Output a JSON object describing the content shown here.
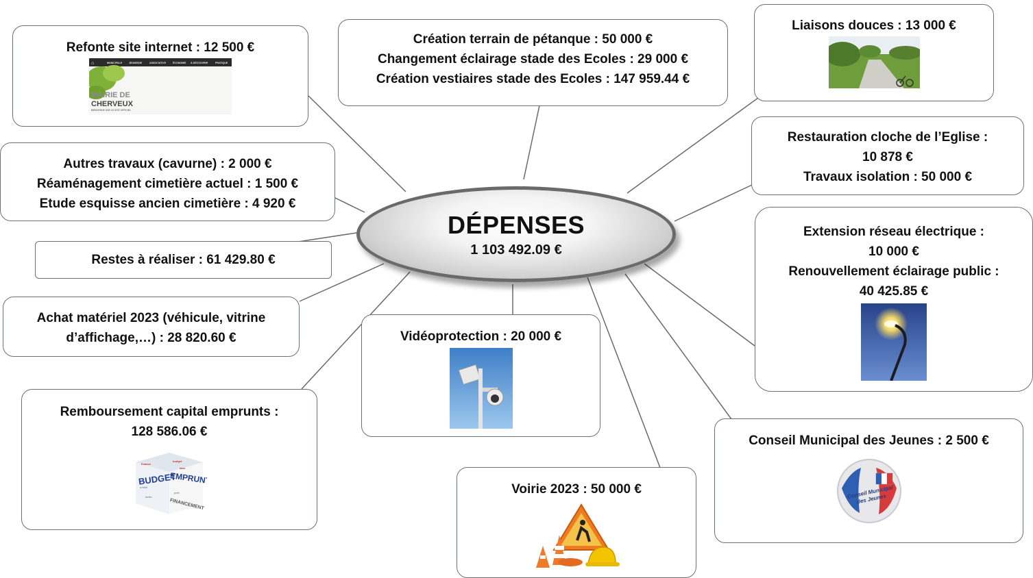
{
  "center": {
    "title": "DÉPENSES",
    "total": "1 103 492.09 €"
  },
  "nodes": {
    "website": {
      "lines": [
        "Refonte site internet : 12 500 €"
      ],
      "image": {
        "menu": [
          "MUNICIPALE",
          "JEUNESSE",
          "ASSOCIATIVE",
          "ÉCONOMIE",
          "À DÉCOUVRIR",
          "PRATIQUE"
        ],
        "mairie": "MAIRIE DE",
        "commune": "CHERVEUX",
        "tagline": "BIENVENUE SUR LE SITE OFFICIEL"
      }
    },
    "sports": {
      "lines": [
        "Création terrain de pétanque : 50 000 €",
        "Changement éclairage stade des Ecoles : 29 000 €",
        "Création vestiaires stade des Ecoles : 147 959.44 €"
      ]
    },
    "liaisons": {
      "lines": [
        "Liaisons douces : 13 000 €"
      ]
    },
    "cemetery": {
      "lines": [
        "Autres travaux (cavurne) : 2 000 €",
        "Réaménagement cimetière actuel : 1 500 €",
        "Etude esquisse ancien cimetière : 4 920 €"
      ]
    },
    "church": {
      "lines": [
        "Restauration cloche de l’Eglise :",
        "10 878 €",
        "Travaux isolation : 50 000 €"
      ]
    },
    "restes": {
      "lines": [
        "Restes à réaliser : 61 429.80 €"
      ]
    },
    "electric": {
      "lines": [
        "Extension réseau électrique :",
        "10 000 €",
        "Renouvellement éclairage public :",
        "40 425.85 €"
      ]
    },
    "materiel": {
      "lines": [
        "Achat matériel 2023 (véhicule, vitrine",
        "d’affichage,…) : 28 820.60 €"
      ]
    },
    "video": {
      "lines": [
        "Vidéoprotection : 20 000 €"
      ]
    },
    "emprunts": {
      "lines": [
        "Remboursement capital emprunts :",
        "128 586.06 €"
      ],
      "image": {
        "words": [
          "BUDGET",
          "EMPRUNT",
          "FINANCEMENT"
        ]
      }
    },
    "cmj": {
      "lines": [
        "Conseil Municipal des Jeunes : 2 500 €"
      ],
      "image": {
        "badge": [
          "Conseil Municipal",
          "des Jeunes"
        ]
      }
    },
    "voirie": {
      "lines": [
        "Voirie 2023 : 50 000 €"
      ]
    }
  },
  "colors": {
    "border": "#6b6f76",
    "connector": "#666a70"
  }
}
